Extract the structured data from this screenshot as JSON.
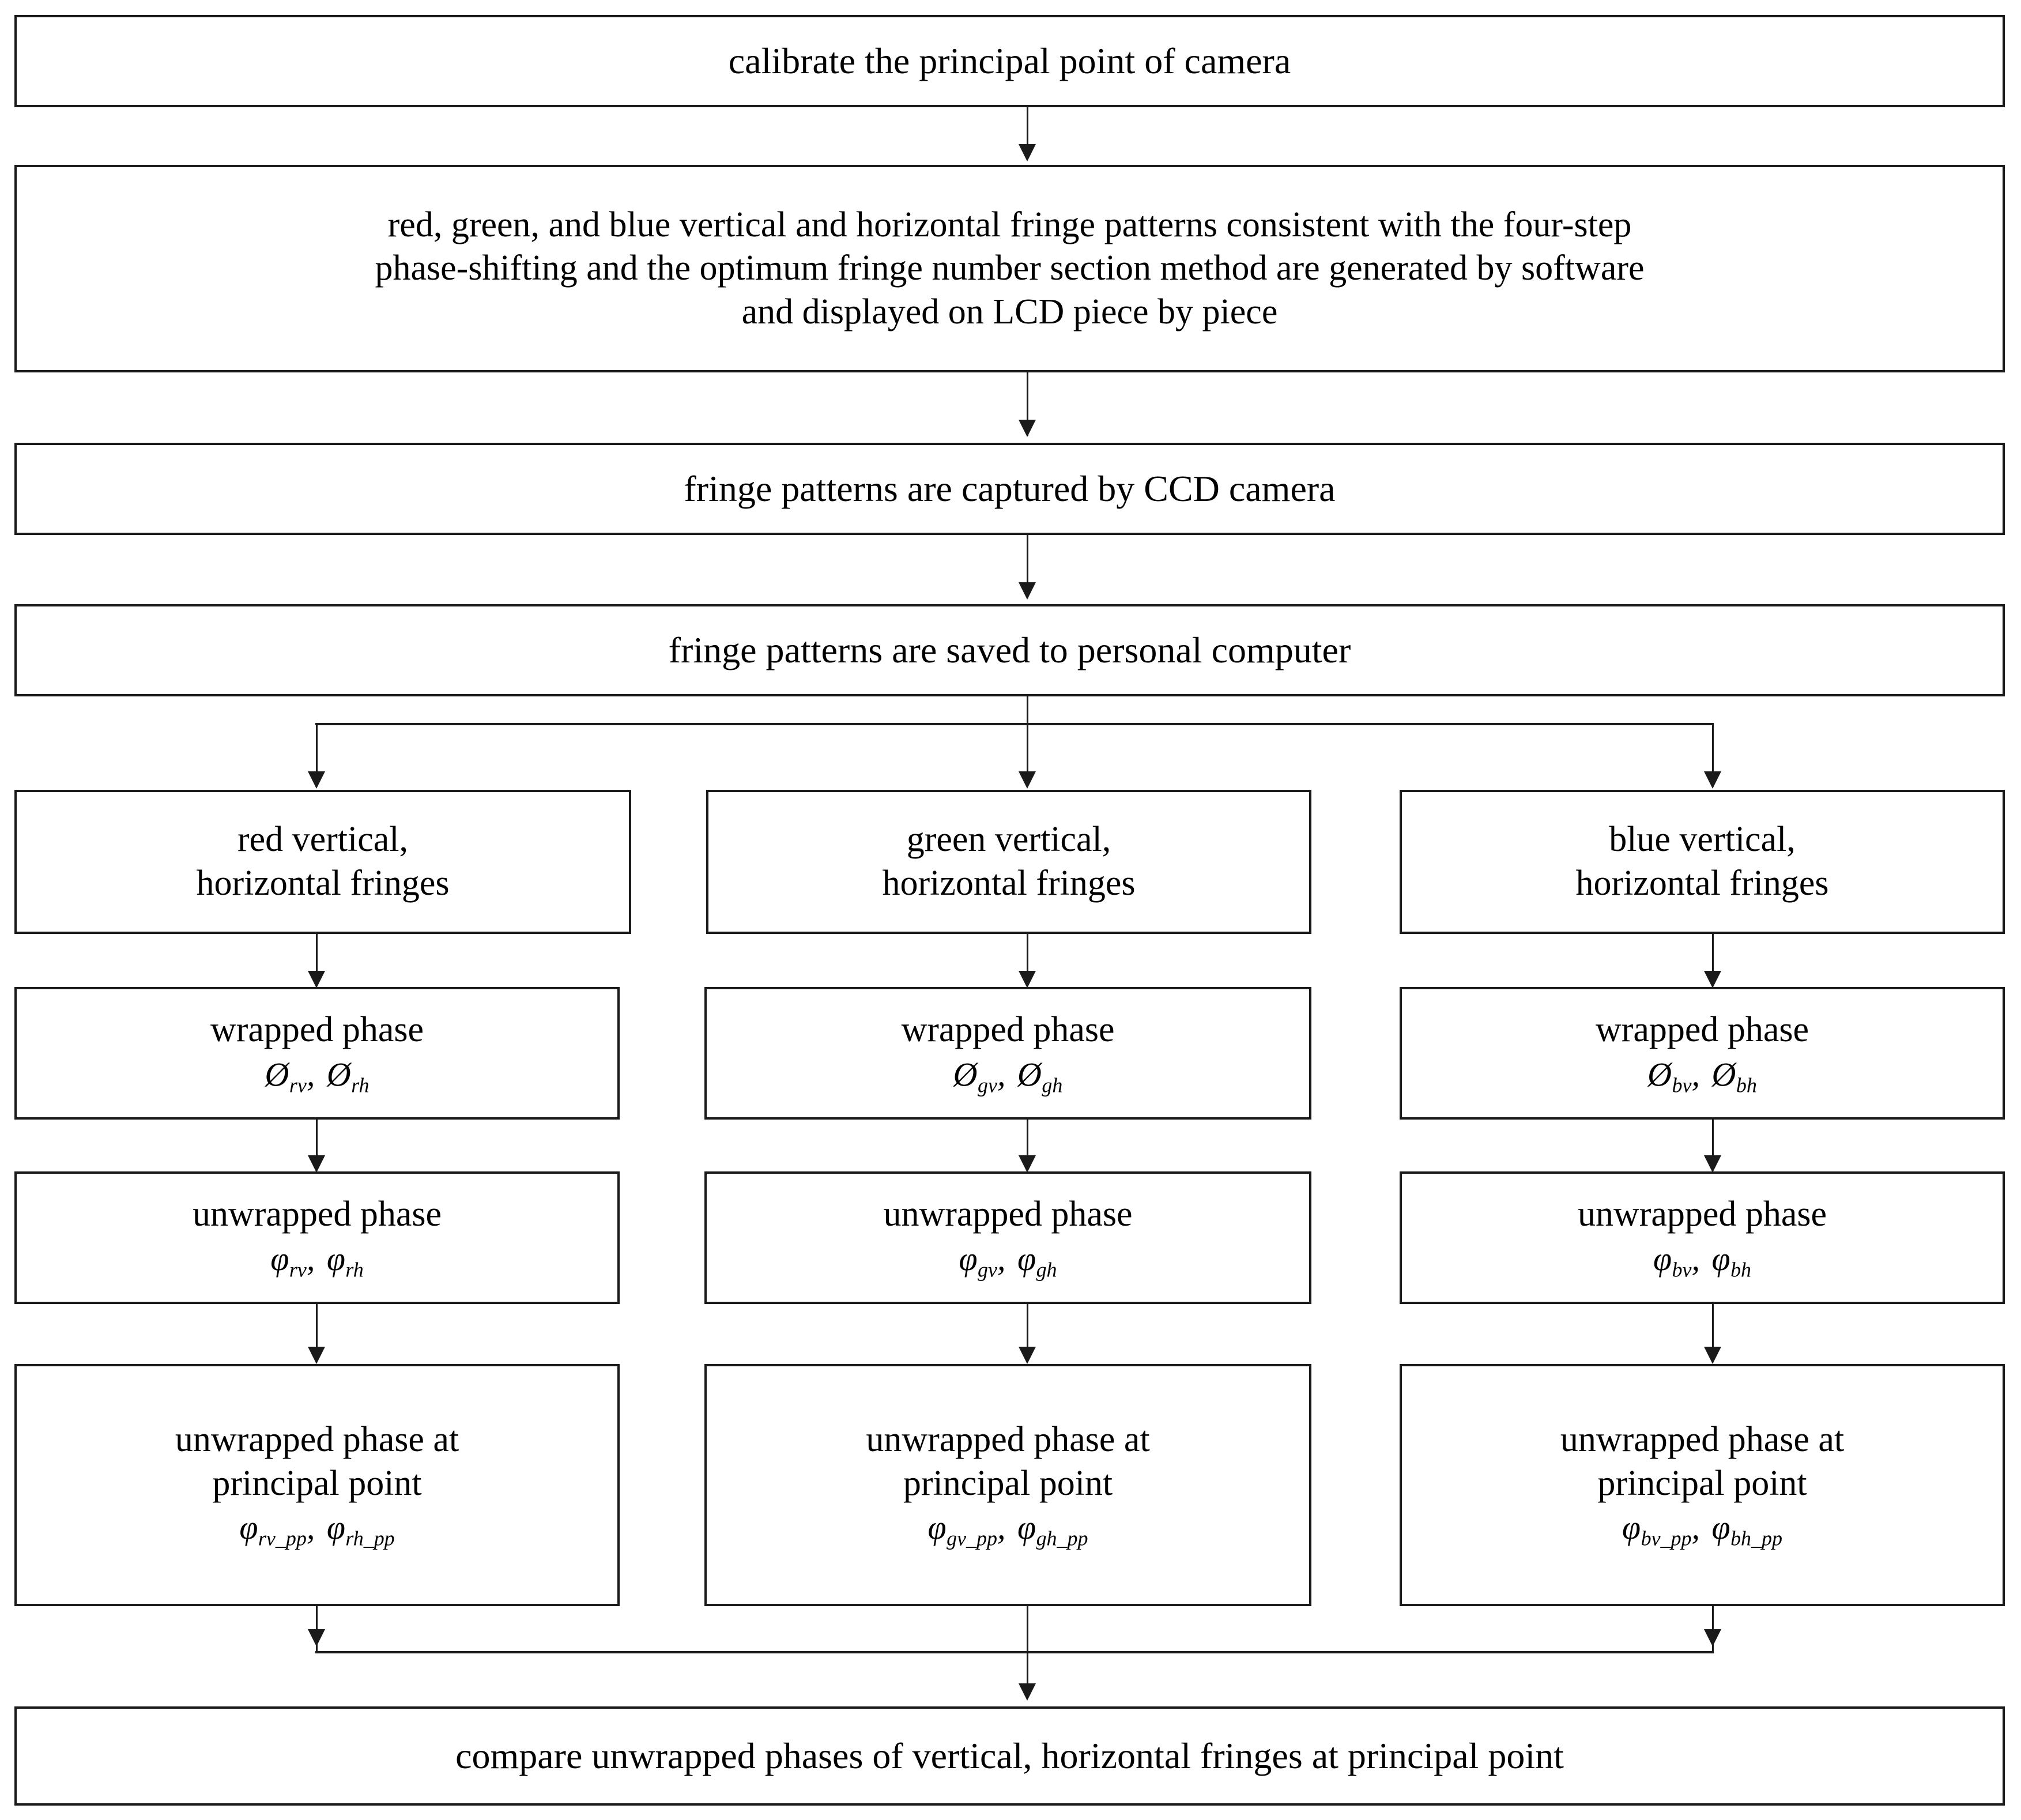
{
  "diagram": {
    "title": "camera principal point phase calibration flowchart",
    "accent_color": "#1a1a1a",
    "background_color": "#ffffff"
  },
  "nodes": {
    "calibrate": {
      "text": "calibrate the principal point of camera"
    },
    "generate_patterns": {
      "line1": "red, green, and blue vertical and horizontal fringe patterns consistent with the four-step",
      "line2": "phase-shifting and the optimum fringe number section method are generated by software",
      "line3": "and displayed on LCD piece by piece"
    },
    "capture": {
      "text": "fringe patterns are captured by CCD camera"
    },
    "save": {
      "text": "fringe patterns are saved to personal computer"
    },
    "compare": {
      "text": "compare unwrapped phases of vertical, horizontal fringes at principal point"
    }
  },
  "columns": [
    {
      "key": "red",
      "fringes": {
        "line1": "red vertical,",
        "line2": "horizontal fringes"
      },
      "wrapped": {
        "label": "wrapped phase",
        "symbol1": "Ø",
        "sub1": "rv",
        "symbol2": "Ø",
        "sub2": "rh",
        "separator": ","
      },
      "unwrapped": {
        "label": "unwrapped phase",
        "symbol1": "φ",
        "sub1": "rv",
        "symbol2": "φ",
        "sub2": "rh",
        "separator": ","
      },
      "unwrapped_pp": {
        "label1": "unwrapped phase at",
        "label2": "principal point",
        "symbol1": "φ",
        "sub1": "rv_pp",
        "symbol2": "φ",
        "sub2": "rh_pp",
        "separator": ","
      }
    },
    {
      "key": "green",
      "fringes": {
        "line1": "green vertical,",
        "line2": "horizontal fringes"
      },
      "wrapped": {
        "label": "wrapped phase",
        "symbol1": "Ø",
        "sub1": "gv",
        "symbol2": "Ø",
        "sub2": "gh",
        "separator": ","
      },
      "unwrapped": {
        "label": "unwrapped phase",
        "symbol1": "φ",
        "sub1": "gv",
        "symbol2": "φ",
        "sub2": "gh",
        "separator": ","
      },
      "unwrapped_pp": {
        "label1": "unwrapped phase at",
        "label2": "principal point",
        "symbol1": "φ",
        "sub1": "gv_pp",
        "symbol2": "φ",
        "sub2": "gh_pp",
        "separator": ","
      }
    },
    {
      "key": "blue",
      "fringes": {
        "line1": "blue vertical,",
        "line2": "horizontal fringes"
      },
      "wrapped": {
        "label": "wrapped phase",
        "symbol1": "Ø",
        "sub1": "bv",
        "symbol2": "Ø",
        "sub2": "bh",
        "separator": ","
      },
      "unwrapped": {
        "label": "unwrapped phase",
        "symbol1": "φ",
        "sub1": "bv",
        "symbol2": "φ",
        "sub2": "bh",
        "separator": ","
      },
      "unwrapped_pp": {
        "label1": "unwrapped phase at",
        "label2": "principal point",
        "symbol1": "φ",
        "sub1": "bv_pp",
        "symbol2": "φ",
        "sub2": "bh_pp",
        "separator": ","
      }
    }
  ]
}
